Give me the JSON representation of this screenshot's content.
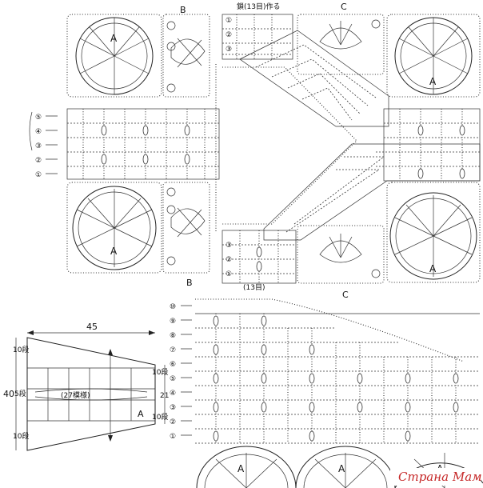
{
  "section_b_top": "B",
  "section_c_top": "C",
  "section_b_bottom": "B",
  "section_c_bottom": "C",
  "motif_a_label": "A",
  "chain_top_note": "鎖(13目)作る",
  "chain_mid_note": "(13目)",
  "rows_upper_left": [
    "⑤",
    "④",
    "③",
    "②",
    "①"
  ],
  "rows_top_chain": [
    "①",
    "②",
    "③"
  ],
  "rows_mid_chain": [
    "③",
    "②",
    "①"
  ],
  "rows_lower": [
    "⑩",
    "⑨",
    "⑧",
    "⑦",
    "⑥",
    "⑤",
    "④",
    "③",
    "②",
    "①"
  ],
  "schematic": {
    "width_label": "45",
    "height_label": "40",
    "side_label": "21",
    "top_rows_label": "10段",
    "mid_rows_label": "5段",
    "bottom_rows_label": "10段",
    "right_rows_upper": "10段",
    "right_rows_lower": "10段",
    "pattern_label": "(27模様)",
    "motif_label": "A"
  },
  "watermark": "Страна Мам",
  "colors": {
    "ink": "#111111",
    "watermark": "#c62828"
  }
}
